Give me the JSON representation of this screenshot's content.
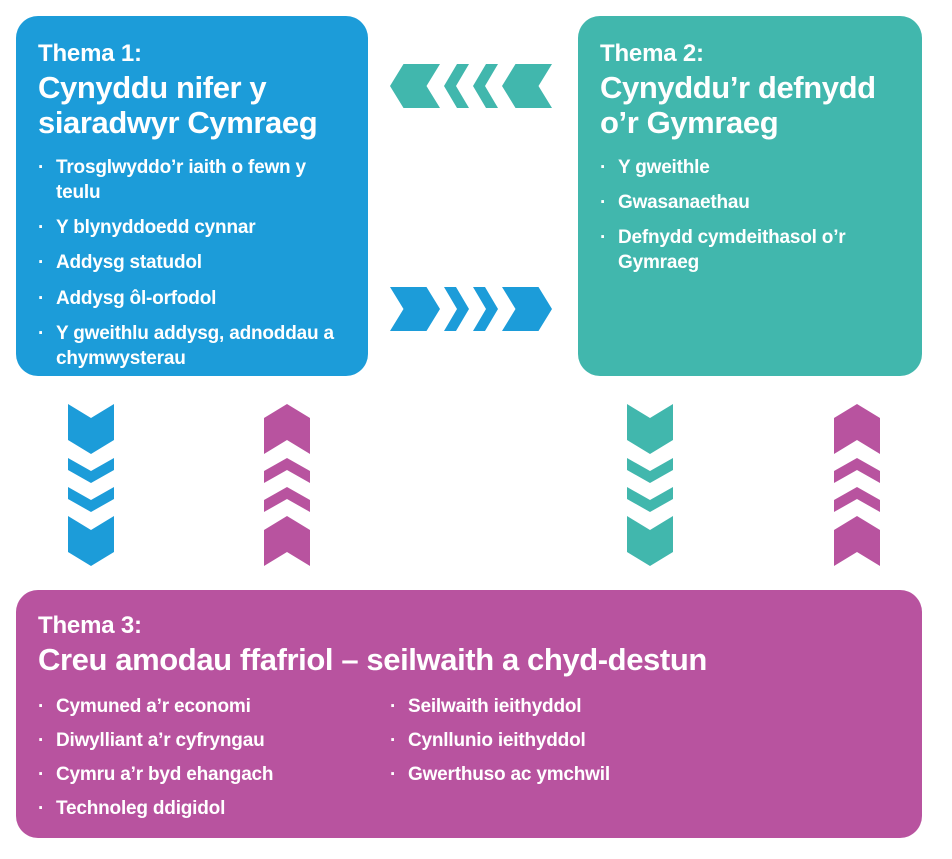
{
  "colors": {
    "blue": "#1C9CD9",
    "teal": "#41B7AD",
    "magenta": "#B8539F",
    "text": "#FFFFFF",
    "background": "#FFFFFF"
  },
  "thema1": {
    "label": "Thema 1:",
    "title": "Cynyddu nifer y siaradwyr Cymraeg",
    "items": [
      "Trosglwyddo’r iaith o fewn y teulu",
      "Y blynyddoedd cynnar",
      "Addysg statudol",
      "Addysg ôl-orfodol",
      "Y gweithlu addysg, adnoddau a chymwysterau"
    ]
  },
  "thema2": {
    "label": "Thema 2:",
    "title": "Cynyddu’r defnydd o’r Gymraeg",
    "items": [
      "Y gweithle",
      "Gwasanaethau",
      "Defnydd cymdeithasol o’r Gymraeg"
    ]
  },
  "thema3": {
    "label": "Thema 3:",
    "title": "Creu amodau ffafriol – seilwaith a chyd-destun",
    "items_left": [
      "Cymuned a’r economi",
      "Diwylliant a’r cyfryngau",
      "Cymru a’r byd ehangach",
      "Technoleg ddigidol"
    ],
    "items_right": [
      "Seilwaith ieithyddol",
      "Cynllunio ieithyddol",
      "Gwerthuso ac ymchwil"
    ]
  },
  "arrows": {
    "top_leftward": {
      "direction": "left",
      "color": "teal",
      "from": "Thema 2",
      "to": "Thema 1"
    },
    "top_rightward": {
      "direction": "right",
      "color": "blue",
      "from": "Thema 1",
      "to": "Thema 2"
    },
    "vertical": [
      {
        "direction": "down",
        "color": "blue",
        "from": "Thema 1",
        "to": "Thema 3"
      },
      {
        "direction": "up",
        "color": "magenta",
        "from": "Thema 3",
        "to": "Thema 1"
      },
      {
        "direction": "down",
        "color": "teal",
        "from": "Thema 2",
        "to": "Thema 3"
      },
      {
        "direction": "up",
        "color": "magenta",
        "from": "Thema 3",
        "to": "Thema 2"
      }
    ]
  }
}
